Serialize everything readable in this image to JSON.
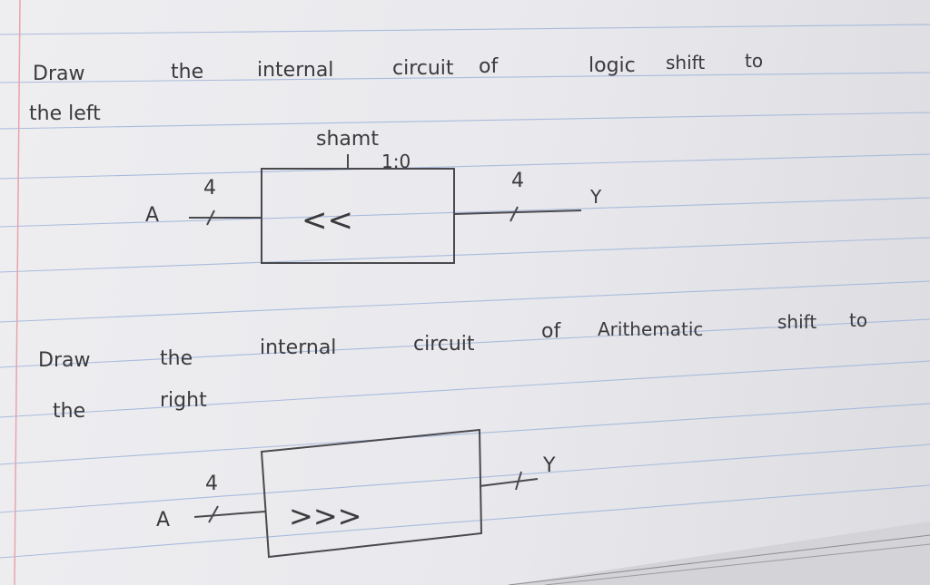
{
  "question1": {
    "line1": [
      "Draw",
      "the",
      "internal",
      "circuit",
      "of",
      "logic",
      "shift",
      "to"
    ],
    "line2": "the left"
  },
  "diagram1": {
    "top_label": "shamt",
    "top_index": "1:0",
    "input_label": "A",
    "input_width": "4",
    "operator": "<<",
    "output_width": "4",
    "output_label": "Y"
  },
  "question2": {
    "line1": [
      "Draw",
      "the",
      "internal",
      "circuit",
      "of",
      "Arithematic",
      "shift",
      "to"
    ],
    "line2": [
      "the",
      "right"
    ]
  },
  "diagram2": {
    "input_label": "A",
    "input_width": "4",
    "operator": ">>>",
    "output_label": "Y"
  },
  "colors": {
    "ink": "#3a3a3d",
    "rule_line": "#9fb3d8",
    "margin_line": "#e8a6ae",
    "paper": "#ececef"
  }
}
